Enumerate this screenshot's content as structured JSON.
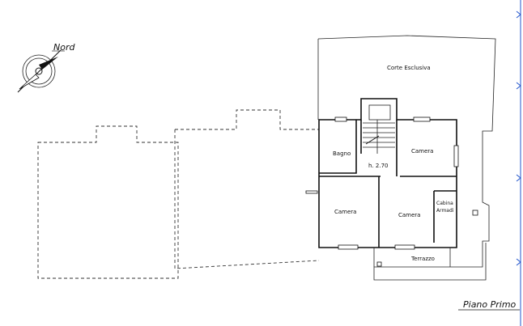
{
  "compass": {
    "label": "Nord"
  },
  "rooms": {
    "corte": "Corte Esclusiva",
    "bagno": "Bagno",
    "camera_ne": "Camera",
    "height": "h. 2.70",
    "camera_sw": "Camera",
    "camera_se": "Camera",
    "cabina_line1": "Cabina",
    "cabina_line2": "Armadi",
    "terrazzo": "Terrazzo"
  },
  "floor_title": "Piano Primo"
}
